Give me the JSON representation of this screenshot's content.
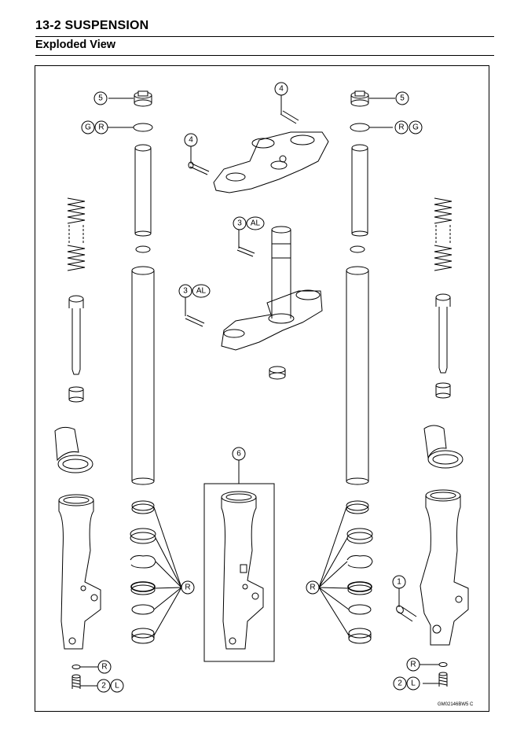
{
  "header": {
    "section_title": "13-2 SUSPENSION",
    "subtitle": "Exploded View"
  },
  "callouts": {
    "c1": "1",
    "c2": "2",
    "c3": "3",
    "c4": "4",
    "c5": "5",
    "c6": "6",
    "G": "G",
    "R": "R",
    "AL": "AL",
    "L": "L"
  },
  "figure_code": "GM02146BW5 C"
}
